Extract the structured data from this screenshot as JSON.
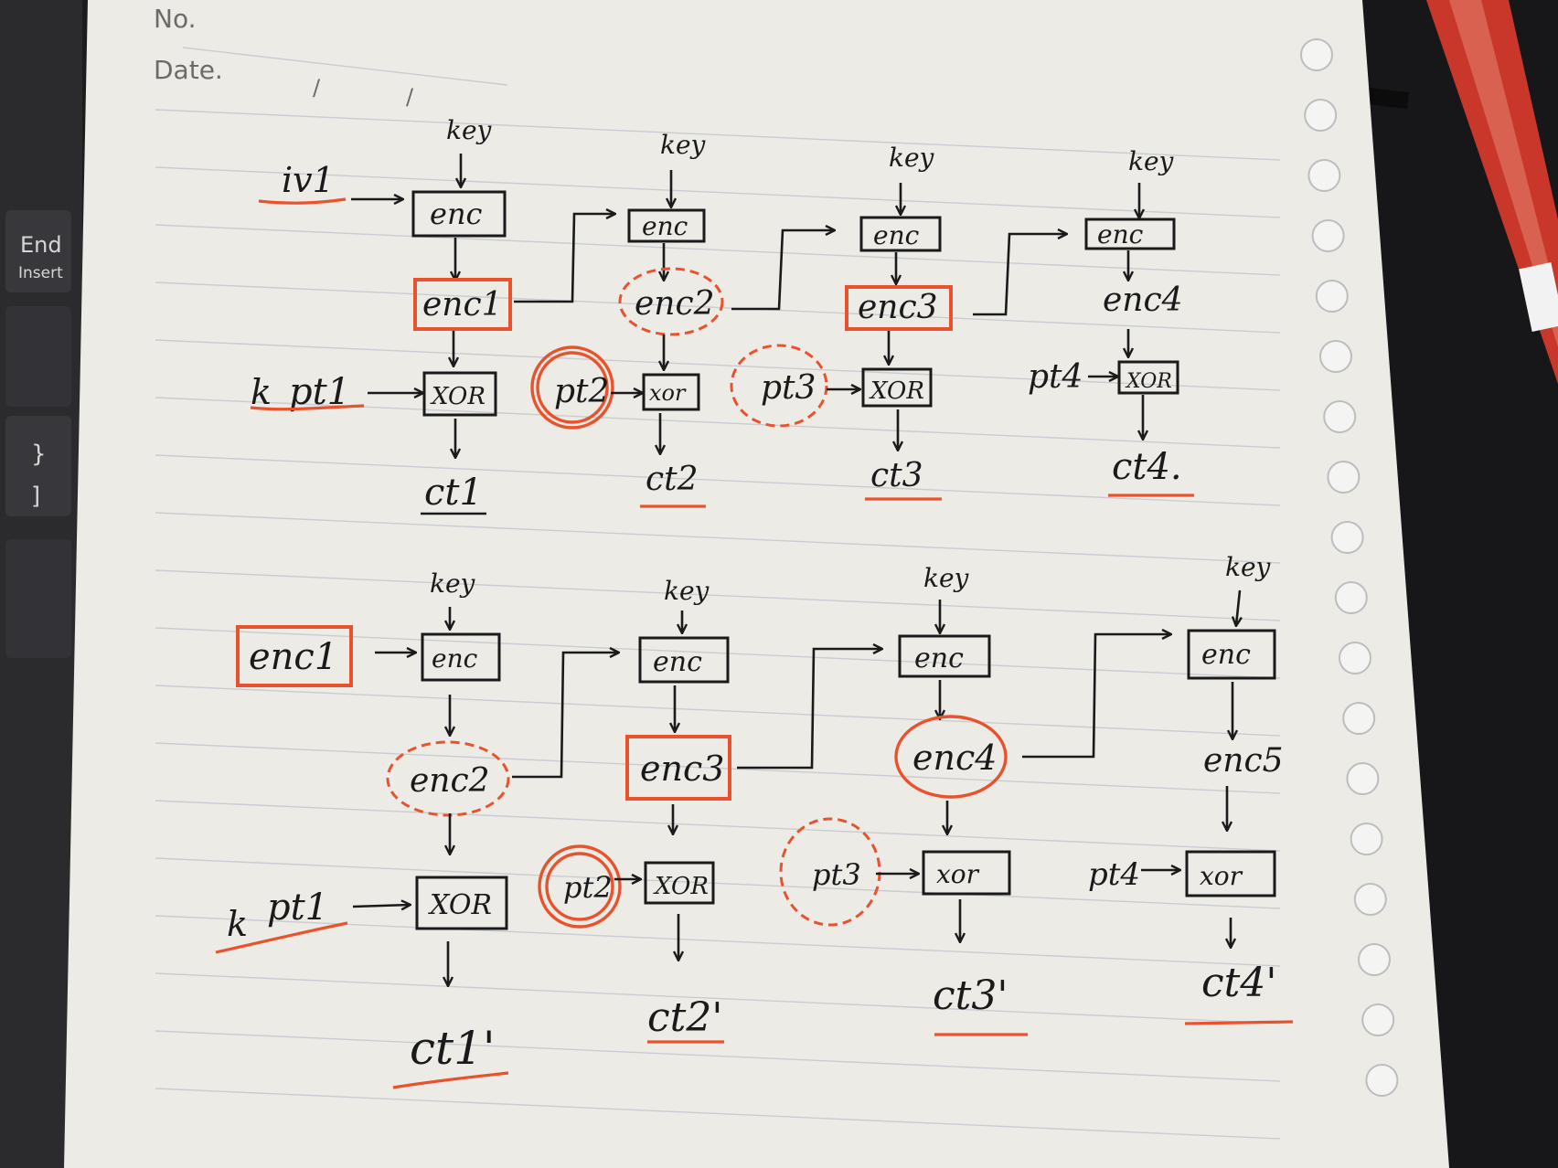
{
  "header": {
    "no_label": "No.",
    "date_label": "Date.",
    "date_separators": [
      "/",
      "/"
    ]
  },
  "keyboard": {
    "end_key": "End",
    "insert_key": "Insert",
    "brace_key": "}",
    "bracket_key": "]"
  },
  "diagram_top": {
    "iv_label": "iv1",
    "key_labels": [
      "key",
      "key",
      "key",
      "key"
    ],
    "enc_labels": [
      "enc",
      "enc",
      "enc",
      "enc"
    ],
    "enc_outputs": [
      "enc1",
      "enc2",
      "enc3",
      "enc4"
    ],
    "plaintexts": [
      "pt1",
      "pt2",
      "pt3",
      "pt4"
    ],
    "plaintext_prefix": "k",
    "xor_labels": [
      "XOR",
      "xor",
      "XOR",
      "XOR"
    ],
    "ciphertexts": [
      "ct1",
      "ct2",
      "ct3",
      "ct4."
    ]
  },
  "diagram_bottom": {
    "start_label": "enc1",
    "key_labels": [
      "key",
      "key",
      "key",
      "key"
    ],
    "enc_labels": [
      "enc",
      "enc",
      "enc",
      "enc"
    ],
    "enc_outputs": [
      "enc2",
      "enc3",
      "enc4",
      "enc5"
    ],
    "plaintexts": [
      "pt1",
      "pt2",
      "pt3",
      "pt4"
    ],
    "plaintext_prefix": "k",
    "xor_labels": [
      "XOR",
      "XOR",
      "xor",
      "xor"
    ],
    "ciphertexts": [
      "ct1'",
      "ct2'",
      "ct3'",
      "ct4'"
    ]
  },
  "colors": {
    "ink": "#1a1a1a",
    "highlight": "#e8532d",
    "paper": "#ecebe6"
  }
}
